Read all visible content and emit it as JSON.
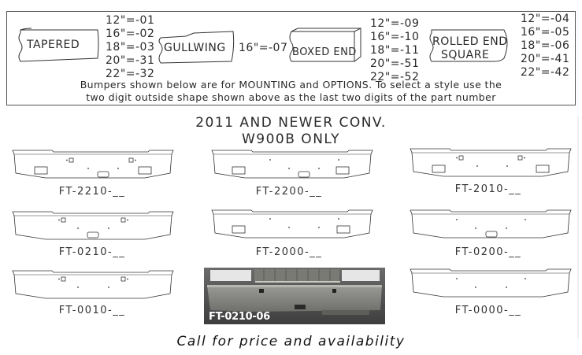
{
  "legend": {
    "shapes": [
      {
        "name": "TAPERED",
        "codes": [
          "12\"=-01",
          "16\"=-02",
          "18\"=-03",
          "20\"=-31",
          "22\"=-32"
        ]
      },
      {
        "name": "GULLWING",
        "codes": [
          "16\"=-07"
        ]
      },
      {
        "name": "BOXED END",
        "codes": [
          "12\"=-09",
          "16\"=-10",
          "18\"=-11",
          "20\"=-51",
          "22\"=-52"
        ]
      },
      {
        "name_line1": "ROLLED END",
        "name_line2": "SQUARE",
        "codes": [
          "12\"=-04",
          "16\"=-05",
          "18\"=-06",
          "20\"=-41",
          "22\"=-42"
        ]
      }
    ],
    "note_line1": "Bumpers shown below are for MOUNTING and OPTIONS. To select a style use the",
    "note_line2": "two digit outside shape shown above as the last two digits of the part number"
  },
  "heading": {
    "line1": "2011 AND NEWER CONV.",
    "line2": "W900B ONLY"
  },
  "bumpers": [
    {
      "part": "FT-2210-__"
    },
    {
      "part": "FT-2200-__"
    },
    {
      "part": "FT-2010-__"
    },
    {
      "part": "FT-0210-__"
    },
    {
      "part": "FT-2000-__"
    },
    {
      "part": "FT-0200-__"
    },
    {
      "part": "FT-0010-__"
    },
    {
      "part": "FT-0000-__"
    }
  ],
  "photo": {
    "label": "FT-0210-06"
  },
  "footer": {
    "text": "Call for price and availability"
  }
}
